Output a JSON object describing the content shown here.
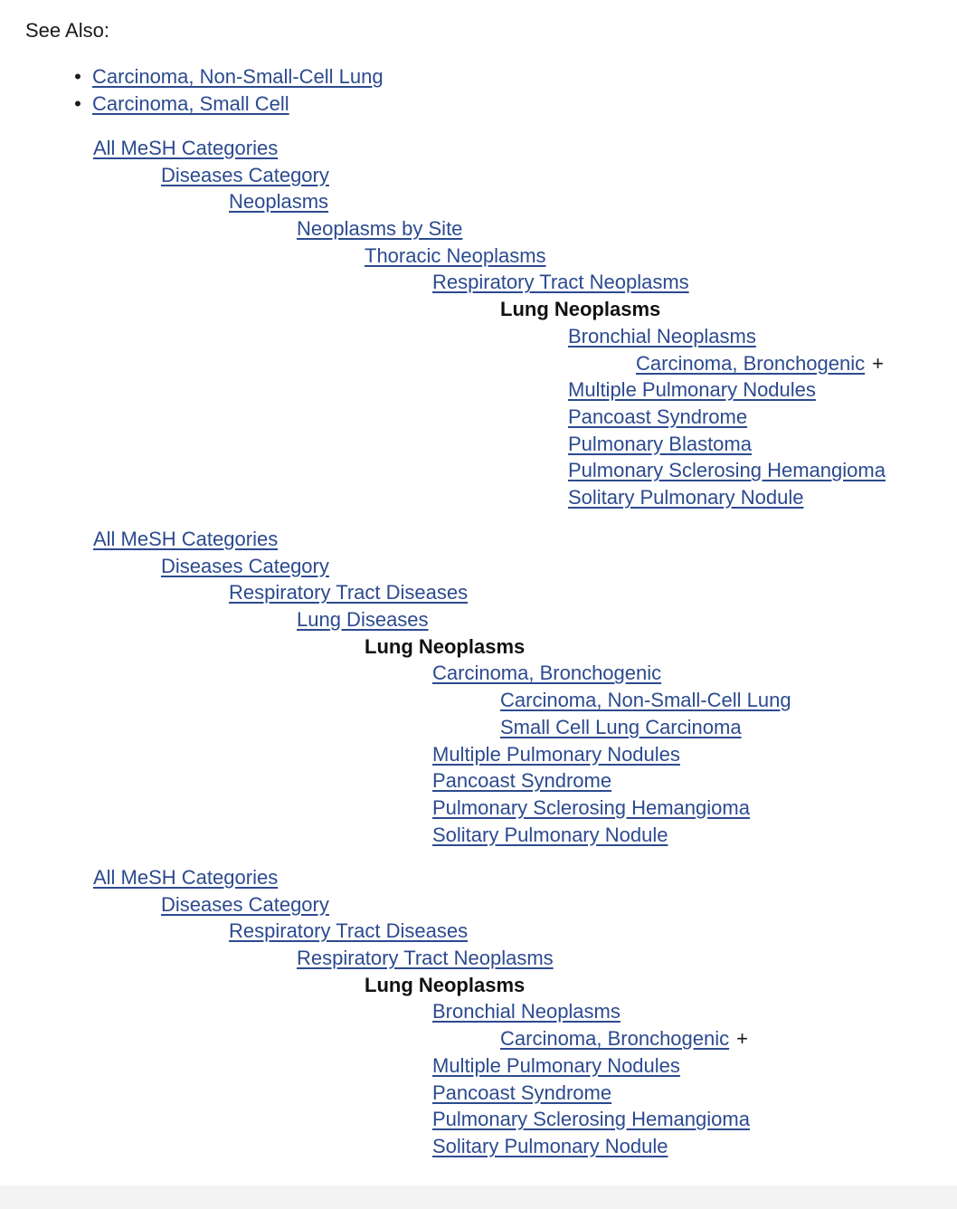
{
  "see_also": {
    "label": "See Also:",
    "items": [
      {
        "label": "Carcinoma, Non-Small-Cell Lung"
      },
      {
        "label": "Carcinoma, Small Cell"
      }
    ]
  },
  "trees": [
    {
      "rows": [
        {
          "depth": 0,
          "label": "All MeSH Categories",
          "type": "link"
        },
        {
          "depth": 1,
          "label": "Diseases Category",
          "type": "link"
        },
        {
          "depth": 2,
          "label": "Neoplasms",
          "type": "link"
        },
        {
          "depth": 3,
          "label": "Neoplasms by Site",
          "type": "link"
        },
        {
          "depth": 4,
          "label": "Thoracic Neoplasms",
          "type": "link"
        },
        {
          "depth": 5,
          "label": "Respiratory Tract Neoplasms",
          "type": "link"
        },
        {
          "depth": 6,
          "label": "Lung Neoplasms",
          "type": "current"
        },
        {
          "depth": 7,
          "label": "Bronchial Neoplasms",
          "type": "link"
        },
        {
          "depth": 8,
          "label": "Carcinoma, Bronchogenic",
          "type": "link",
          "suffix": "+"
        },
        {
          "depth": 7,
          "label": "Multiple Pulmonary Nodules",
          "type": "link"
        },
        {
          "depth": 7,
          "label": "Pancoast Syndrome",
          "type": "link"
        },
        {
          "depth": 7,
          "label": "Pulmonary Blastoma",
          "type": "link"
        },
        {
          "depth": 7,
          "label": "Pulmonary Sclerosing Hemangioma",
          "type": "link"
        },
        {
          "depth": 7,
          "label": "Solitary Pulmonary Nodule",
          "type": "link"
        }
      ]
    },
    {
      "rows": [
        {
          "depth": 0,
          "label": "All MeSH Categories",
          "type": "link"
        },
        {
          "depth": 1,
          "label": "Diseases Category",
          "type": "link"
        },
        {
          "depth": 2,
          "label": "Respiratory Tract Diseases",
          "type": "link"
        },
        {
          "depth": 3,
          "label": "Lung Diseases",
          "type": "link"
        },
        {
          "depth": 4,
          "label": "Lung Neoplasms",
          "type": "current"
        },
        {
          "depth": 5,
          "label": "Carcinoma, Bronchogenic",
          "type": "link"
        },
        {
          "depth": 6,
          "label": "Carcinoma, Non-Small-Cell Lung",
          "type": "link"
        },
        {
          "depth": 6,
          "label": "Small Cell Lung Carcinoma",
          "type": "link"
        },
        {
          "depth": 5,
          "label": "Multiple Pulmonary Nodules",
          "type": "link"
        },
        {
          "depth": 5,
          "label": "Pancoast Syndrome",
          "type": "link"
        },
        {
          "depth": 5,
          "label": "Pulmonary Sclerosing Hemangioma",
          "type": "link"
        },
        {
          "depth": 5,
          "label": "Solitary Pulmonary Nodule",
          "type": "link"
        }
      ]
    },
    {
      "rows": [
        {
          "depth": 0,
          "label": "All MeSH Categories",
          "type": "link"
        },
        {
          "depth": 1,
          "label": "Diseases Category",
          "type": "link"
        },
        {
          "depth": 2,
          "label": "Respiratory Tract Diseases",
          "type": "link"
        },
        {
          "depth": 3,
          "label": "Respiratory Tract Neoplasms",
          "type": "link"
        },
        {
          "depth": 4,
          "label": "Lung Neoplasms",
          "type": "current"
        },
        {
          "depth": 5,
          "label": "Bronchial Neoplasms",
          "type": "link"
        },
        {
          "depth": 6,
          "label": "Carcinoma, Bronchogenic",
          "type": "link",
          "suffix": "+"
        },
        {
          "depth": 5,
          "label": "Multiple Pulmonary Nodules",
          "type": "link"
        },
        {
          "depth": 5,
          "label": "Pancoast Syndrome",
          "type": "link"
        },
        {
          "depth": 5,
          "label": "Pulmonary Sclerosing Hemangioma",
          "type": "link"
        },
        {
          "depth": 5,
          "label": "Solitary Pulmonary Nodule",
          "type": "link"
        }
      ]
    }
  ],
  "colors": {
    "link": "#2c4a8f",
    "text": "#1a1a1a",
    "background": "#ffffff"
  }
}
